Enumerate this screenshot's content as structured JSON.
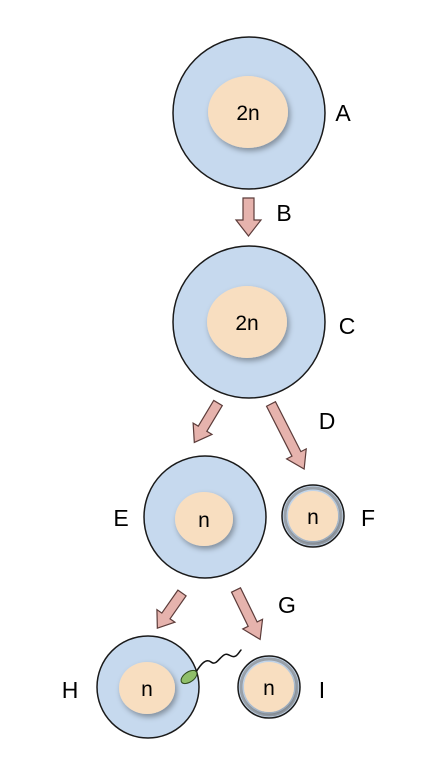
{
  "colors": {
    "cytoplasm": "#c6d9ee",
    "nucleus": "#f8dec0",
    "arrow_fill": "#e6b3ad",
    "arrow_stroke": "#5c3c3a",
    "polar_body_rim": "#9aa2ab",
    "sperm_head": "#8fbf6a"
  },
  "cells": {
    "A": {
      "nucleus": "2n",
      "label": "A"
    },
    "C": {
      "nucleus": "2n",
      "label": "C"
    },
    "E": {
      "nucleus": "n",
      "label": "E"
    },
    "F": {
      "nucleus": "n",
      "label": "F"
    },
    "H": {
      "nucleus": "n",
      "label": "H"
    },
    "I": {
      "nucleus": "n",
      "label": "I"
    }
  },
  "arrow_labels": {
    "B": "B",
    "D": "D",
    "G": "G"
  }
}
